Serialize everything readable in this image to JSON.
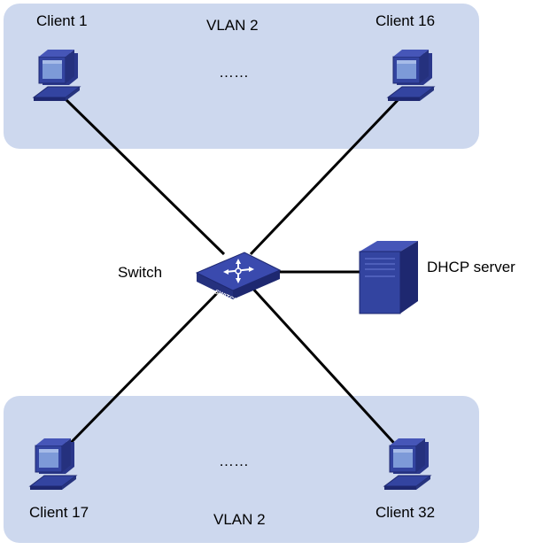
{
  "diagram": {
    "top_vlan": {
      "label": "VLAN 2",
      "client_left": "Client 1",
      "client_right": "Client 16",
      "ellipsis": "……"
    },
    "bottom_vlan": {
      "label": "VLAN 2",
      "client_left": "Client 17",
      "client_right": "Client 32",
      "ellipsis": "……"
    },
    "switch": {
      "label": "Switch",
      "device_text": "SWITCH"
    },
    "server": {
      "label": "DHCP server"
    },
    "colors": {
      "vlan_fill": "#cdd8ee",
      "device_blue": "#3344a0",
      "device_dark": "#1e2870",
      "screen": "#7d9ad8",
      "link": "#000000"
    },
    "icons": {
      "client": "desktop-computer-icon",
      "switch": "network-switch-icon",
      "server": "tower-server-icon"
    }
  }
}
